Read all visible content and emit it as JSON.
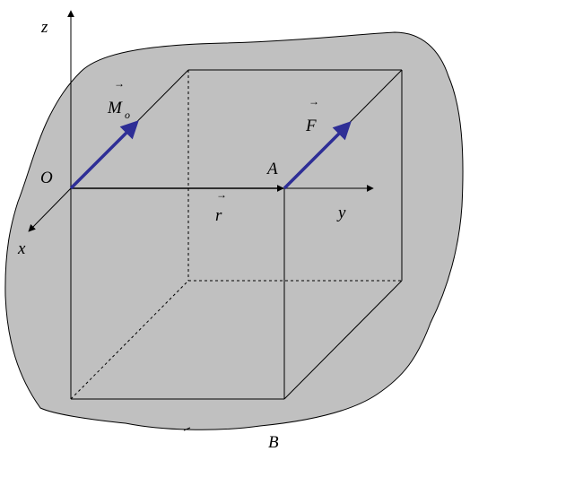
{
  "colors": {
    "blob_fill": "#c0c0c0",
    "blob_stroke": "#000000",
    "line": "#000000",
    "vector_arrow": "#2e2e96",
    "background": "#ffffff"
  },
  "labels": {
    "z_axis": "z",
    "x_axis": "x",
    "y_axis": "y",
    "origin": "O",
    "point_a": "A",
    "point_b": "B",
    "moment": "M",
    "moment_sub": "o",
    "force": "F",
    "position": "r",
    "vector_mark": "→"
  }
}
